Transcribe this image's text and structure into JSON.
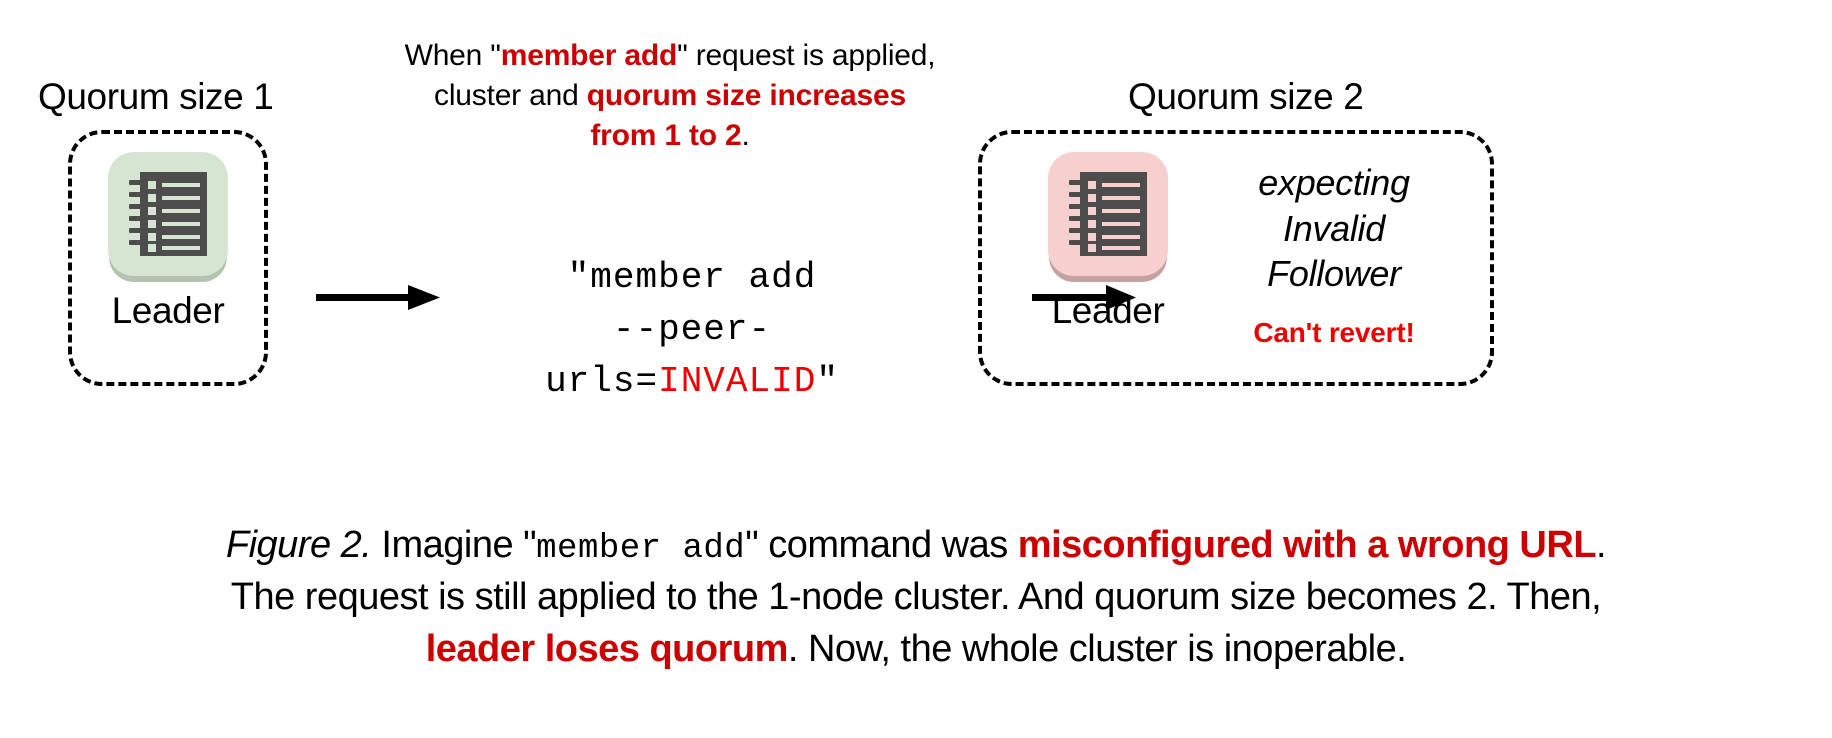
{
  "figure": {
    "top_note": {
      "line1_pre": "When \"",
      "line1_hl": "member add",
      "line1_post": "\" request is applied,",
      "line2_pre": "cluster and ",
      "line2_hl": "quorum size increases",
      "line3_hl": "from 1 to 2",
      "line3_post": "."
    },
    "left_cluster": {
      "label": "Quorum size 1",
      "node_caption": "Leader",
      "icon": "ledger-icon",
      "icon_color": "#d5e5d1"
    },
    "right_cluster": {
      "label": "Quorum size 2",
      "node_caption": "Leader",
      "icon": "ledger-icon",
      "icon_color": "#f8cfcf",
      "status_line1": "expecting",
      "status_line2": "Invalid",
      "status_line3": "Follower",
      "warning": "Can't revert!"
    },
    "command": {
      "line1": "\"member add",
      "line2_pre": "--peer-urls=",
      "line2_bad": "INVALID",
      "line2_post": "\""
    },
    "arrows": {
      "left_arrow": "right-arrow-icon",
      "right_arrow": "right-arrow-icon"
    },
    "caption": {
      "fig_num": "Figure 2.",
      "seg1": " Imagine \"",
      "mono1": "member add",
      "seg2": "\" command was ",
      "hl1": "misconfigured with a wrong URL",
      "seg3": ".",
      "line2": "The request is still applied to the 1-node cluster. And quorum size becomes 2. Then,",
      "hl2": "leader loses quorum",
      "seg4": ". Now, the whole cluster is inoperable."
    },
    "colors": {
      "highlight_red": "#cc0000",
      "alert_red": "#ee0000",
      "icon_dark": "#4d4d4d",
      "green_tile": "#d5e5d1",
      "pink_tile": "#f8cfcf"
    }
  }
}
